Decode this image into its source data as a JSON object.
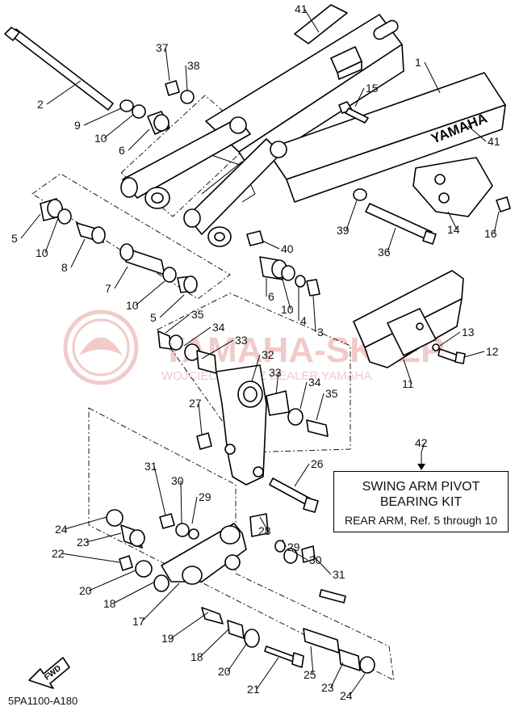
{
  "diagram": {
    "brand_text": "YAMAHA",
    "watermark": {
      "line1": "YAMAHA-SKLEP",
      "line2": "WOJCIECHOWICZ DEALER YAMAHA",
      "color": "#e8a0a0"
    },
    "fwd_label": "FWD",
    "diagram_code": "5PA1100-A180",
    "kit_box": {
      "title_line1": "SWING ARM PIVOT",
      "title_line2": "BEARING KIT",
      "subtitle": "REAR ARM, Ref. 5 through 10"
    },
    "callouts": [
      {
        "id": "c41a",
        "label": "41"
      },
      {
        "id": "c1",
        "label": "1"
      },
      {
        "id": "c37",
        "label": "37"
      },
      {
        "id": "c38",
        "label": "38"
      },
      {
        "id": "c2",
        "label": "2"
      },
      {
        "id": "c15",
        "label": "15"
      },
      {
        "id": "c9",
        "label": "9"
      },
      {
        "id": "c10a",
        "label": "10"
      },
      {
        "id": "c6a",
        "label": "6"
      },
      {
        "id": "c41b",
        "label": "41"
      },
      {
        "id": "c5a",
        "label": "5"
      },
      {
        "id": "c10b",
        "label": "10"
      },
      {
        "id": "c8",
        "label": "8"
      },
      {
        "id": "c39",
        "label": "39"
      },
      {
        "id": "c36",
        "label": "36"
      },
      {
        "id": "c14",
        "label": "14"
      },
      {
        "id": "c16",
        "label": "16"
      },
      {
        "id": "c40",
        "label": "40"
      },
      {
        "id": "c7",
        "label": "7"
      },
      {
        "id": "c10c",
        "label": "10"
      },
      {
        "id": "c5b",
        "label": "5"
      },
      {
        "id": "c6b",
        "label": "6"
      },
      {
        "id": "c10d",
        "label": "10"
      },
      {
        "id": "c4",
        "label": "4"
      },
      {
        "id": "c3",
        "label": "3"
      },
      {
        "id": "c35a",
        "label": "35"
      },
      {
        "id": "c34a",
        "label": "34"
      },
      {
        "id": "c33a",
        "label": "33"
      },
      {
        "id": "c13",
        "label": "13"
      },
      {
        "id": "c12",
        "label": "12"
      },
      {
        "id": "c32",
        "label": "32"
      },
      {
        "id": "c33b",
        "label": "33"
      },
      {
        "id": "c34b",
        "label": "34"
      },
      {
        "id": "c35b",
        "label": "35"
      },
      {
        "id": "c11",
        "label": "11"
      },
      {
        "id": "c27",
        "label": "27"
      },
      {
        "id": "c42",
        "label": "42"
      },
      {
        "id": "c26",
        "label": "26"
      },
      {
        "id": "c31a",
        "label": "31"
      },
      {
        "id": "c30a",
        "label": "30"
      },
      {
        "id": "c29a",
        "label": "29"
      },
      {
        "id": "c24a",
        "label": "24"
      },
      {
        "id": "c23a",
        "label": "23"
      },
      {
        "id": "c28",
        "label": "28"
      },
      {
        "id": "c29b",
        "label": "29"
      },
      {
        "id": "c22",
        "label": "22"
      },
      {
        "id": "c30b",
        "label": "30"
      },
      {
        "id": "c20a",
        "label": "20"
      },
      {
        "id": "c31b",
        "label": "31"
      },
      {
        "id": "c18a",
        "label": "18"
      },
      {
        "id": "c17",
        "label": "17"
      },
      {
        "id": "c19",
        "label": "19"
      },
      {
        "id": "c18b",
        "label": "18"
      },
      {
        "id": "c20b",
        "label": "20"
      },
      {
        "id": "c25",
        "label": "25"
      },
      {
        "id": "c23b",
        "label": "23"
      },
      {
        "id": "c21",
        "label": "21"
      },
      {
        "id": "c24b",
        "label": "24"
      }
    ]
  }
}
